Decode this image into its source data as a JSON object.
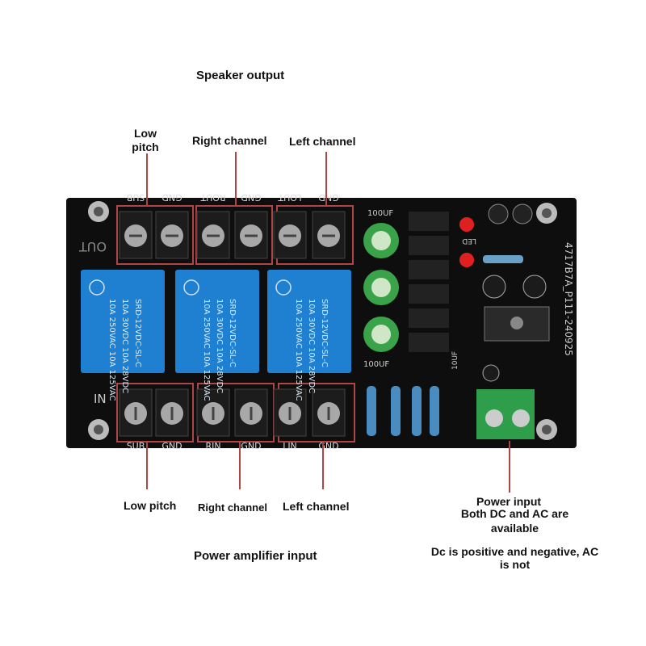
{
  "labels": {
    "speaker_output": "Speaker output",
    "low_pitch_top": "Low\npitch",
    "right_channel_top": "Right channel",
    "left_channel_top": "Left channel",
    "low_pitch_bottom": "Low pitch",
    "right_channel_bottom": "Right channel",
    "left_channel_bottom": "Left channel",
    "power_amplifier_input": "Power amplifier input",
    "power_input": "Power input",
    "power_note_1": "Both DC and AC are",
    "power_note_2": "available",
    "power_note_3": "Dc is positive and negative, AC",
    "power_note_4": "is not"
  },
  "board": {
    "out_label": "OUT",
    "in_label": "IN",
    "top_terminals": [
      "SUB",
      "GND",
      "ROUT",
      "GND",
      "LOUT",
      "GND"
    ],
    "bottom_terminals": [
      "SUB",
      "GND",
      "RIN",
      "GND",
      "LIN",
      "GND"
    ],
    "relay_lines": [
      "10A 250VAC  10A 125VAC",
      "10A 30VDC   10A 28VDC",
      "SRD-12VDC-SL-C"
    ],
    "cap_label_top": "100UF",
    "cap_label_bottom": "100UF",
    "cap_label_small": "10UF",
    "led_label": "LED",
    "side_code": "4717B7A_P111-240925",
    "colors": {
      "pcb": "#0e0e0e",
      "relay": "#1f7fd0",
      "terminal_outline": "#b04545",
      "power_terminal": "#2e9e4a"
    }
  }
}
